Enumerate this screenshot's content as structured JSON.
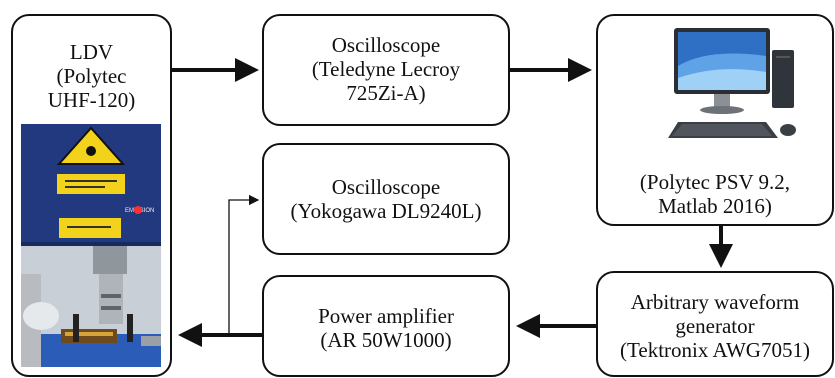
{
  "nodes": {
    "ldv": {
      "lines": [
        "LDV",
        "(Polytec",
        "UHF-120)"
      ],
      "photo_label": "EMISSION"
    },
    "osc_lecroy": {
      "lines": [
        "Oscilloscope",
        "(Teledyne Lecroy",
        "725Zi-A)"
      ]
    },
    "computer": {
      "lines": [
        "(Polytec PSV 9.2,",
        "Matlab 2016)"
      ]
    },
    "osc_yokogawa": {
      "lines": [
        "Oscilloscope",
        "(Yokogawa DL9240L)"
      ]
    },
    "power_amp": {
      "lines": [
        "Power amplifier",
        "(AR 50W1000)"
      ]
    },
    "awg": {
      "lines": [
        "Arbitrary waveform",
        "generator",
        "(Tektronix AWG7051)"
      ]
    }
  },
  "edges": [
    {
      "from": "ldv",
      "to": "osc_lecroy",
      "style": "thick"
    },
    {
      "from": "osc_lecroy",
      "to": "computer",
      "style": "thick"
    },
    {
      "from": "computer",
      "to": "awg",
      "style": "thick"
    },
    {
      "from": "awg",
      "to": "power_amp",
      "style": "thick"
    },
    {
      "from": "power_amp",
      "to": "ldv",
      "style": "thick"
    },
    {
      "from": "power_amp",
      "to": "osc_yokogawa",
      "style": "thin"
    }
  ],
  "colors": {
    "stroke": "#111111",
    "background": "#ffffff",
    "laser_warning": "#f2d21a",
    "ldv_body": "#1f3d8f"
  }
}
